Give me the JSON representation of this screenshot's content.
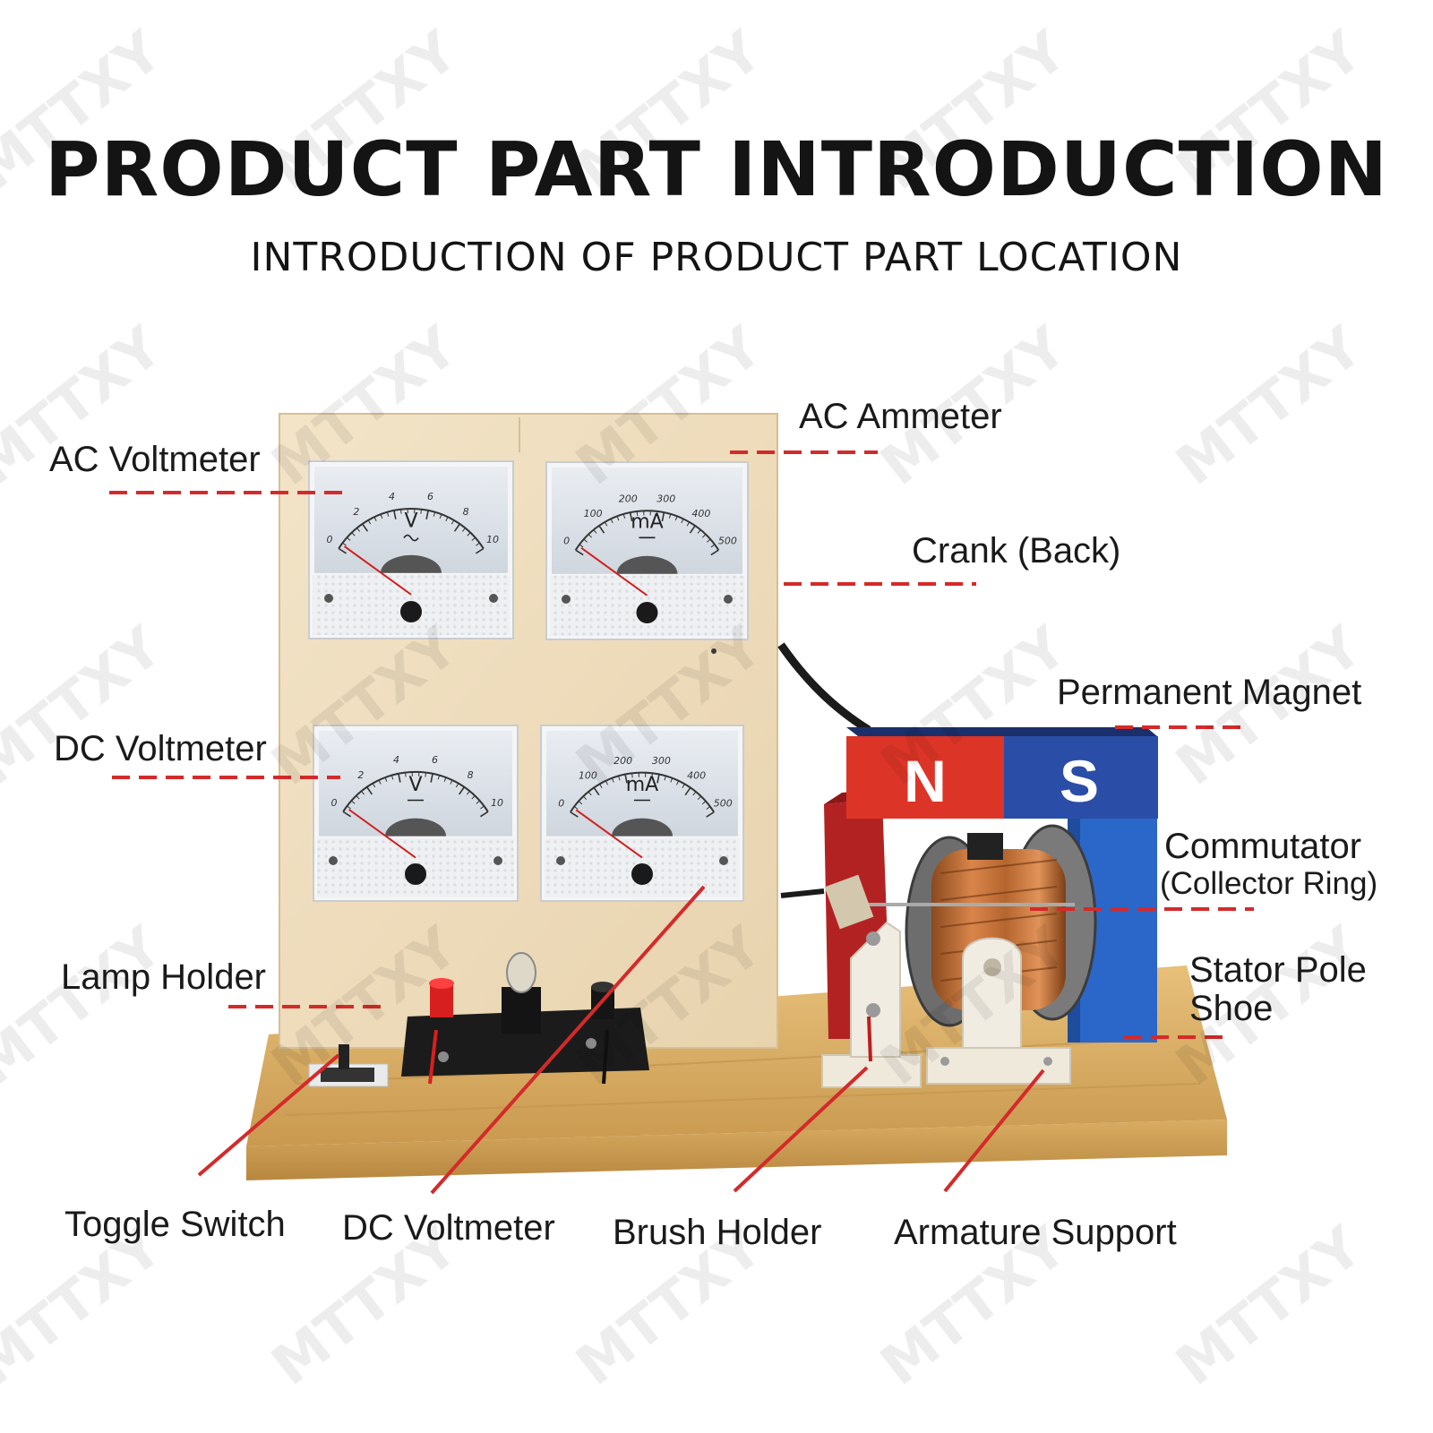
{
  "heading": {
    "title": "PRODUCT PART INTRODUCTION",
    "subtitle": "INTRODUCTION OF PRODUCT PART LOCATION"
  },
  "watermark": "MTTXY",
  "accent_color": "#d42a2a",
  "parts": {
    "ac_voltmeter": "AC Voltmeter",
    "ac_ammeter": "AC Ammeter",
    "crank_back": "Crank (Back)",
    "permanent_magnet": "Permanent Magnet",
    "dc_voltmeter_left": "DC Voltmeter",
    "commutator": "Commutator",
    "collector_ring": "(Collector Ring)",
    "stator_pole_line1": "Stator Pole",
    "stator_pole_line2": "Shoe",
    "lamp_holder": "Lamp Holder",
    "toggle_switch": "Toggle Switch",
    "dc_voltmeter_bottom": "DC Voltmeter",
    "brush_holder": "Brush Holder",
    "armature_support": "Armature Support"
  },
  "meters": {
    "v_unit": "V",
    "ma_unit": "mA",
    "ac_v_ticks": [
      "0",
      "2",
      "4",
      "6",
      "8",
      "10"
    ],
    "ac_ma_ticks": [
      "0",
      "100",
      "200",
      "300",
      "400",
      "500"
    ],
    "dc_v_ticks": [
      "0",
      "2",
      "4",
      "6",
      "8",
      "10"
    ],
    "dc_ma_ticks": [
      "0",
      "100",
      "200",
      "300",
      "400",
      "500"
    ]
  },
  "magnet": {
    "north": "N",
    "south": "S"
  }
}
